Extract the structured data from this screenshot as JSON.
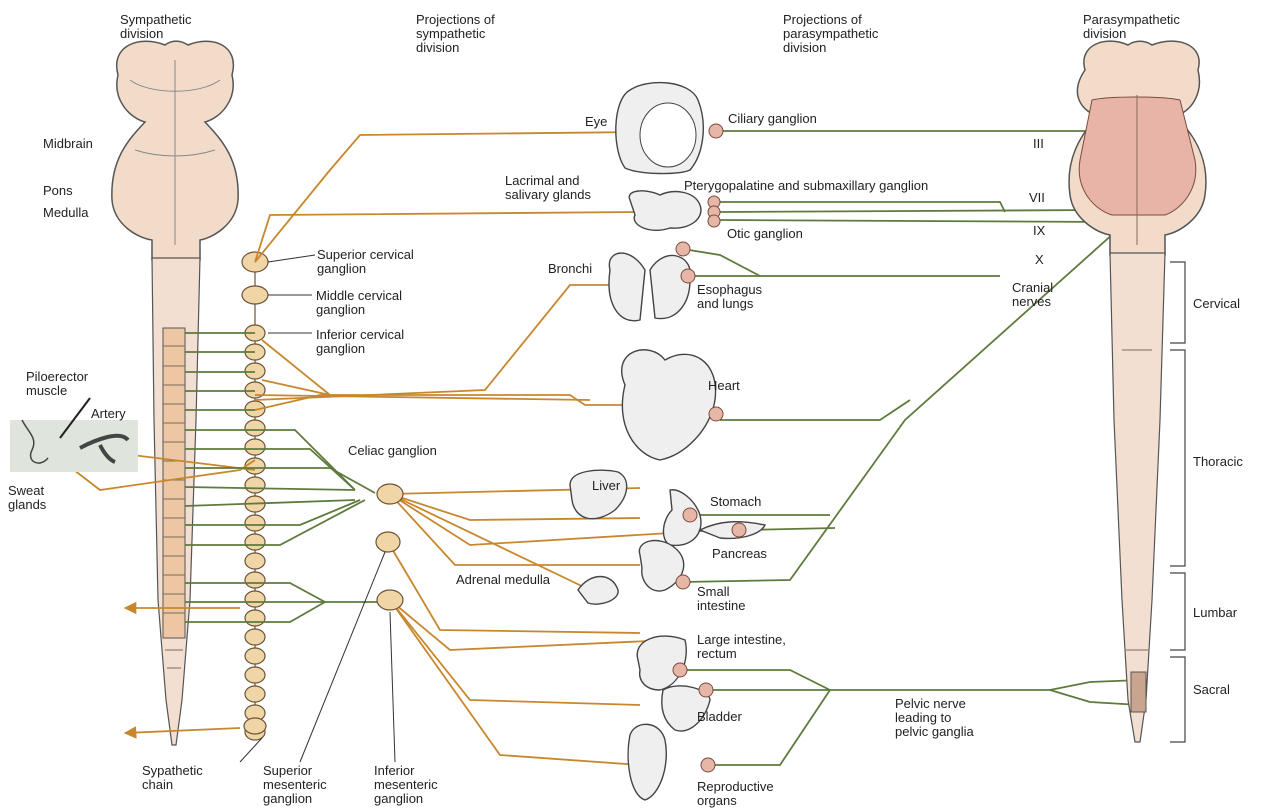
{
  "headers": {
    "sympathetic": "Sympathetic\ndivision",
    "proj_sympathetic": "Projections of\nsympathetic\ndivision",
    "proj_parasympathetic": "Projections of\nparasympathetic\ndivision",
    "parasympathetic": "Parasympathetic\ndivision"
  },
  "brainstem": {
    "midbrain": "Midbrain",
    "pons": "Pons",
    "medulla": "Medulla"
  },
  "sympathetic_ganglia": {
    "superior_cervical": "Superior cervical\nganglion",
    "middle_cervical": "Middle cervical\nganglion",
    "inferior_cervical": "Inferior cervical\nganglion",
    "celiac": "Celiac ganglion",
    "superior_mesenteric": "Superior\nmesenteric\nganglion",
    "inferior_mesenteric": "Inferior\nmesenteric\nganglion",
    "chain": "Sypathetic\nchain"
  },
  "skin": {
    "piloerector": "Piloerector\nmuscle",
    "artery": "Artery",
    "sweat": "Sweat\nglands"
  },
  "organs": {
    "eye": "Eye",
    "lacrimal": "Lacrimal and\nsalivary glands",
    "bronchi": "Bronchi",
    "esophagus": "Esophagus\nand lungs",
    "heart": "Heart",
    "liver": "Liver",
    "stomach": "Stomach",
    "pancreas": "Pancreas",
    "adrenal": "Adrenal medulla",
    "small_intestine": "Small\nintestine",
    "large_intestine": "Large intestine,\nrectum",
    "bladder": "Bladder",
    "reproductive": "Reproductive\norgans"
  },
  "parasympathetic_ganglia": {
    "ciliary": "Ciliary ganglion",
    "pterygopalatine": "Pterygopalatine and submaxillary ganglion",
    "otic": "Otic ganglion",
    "pelvic": "Pelvic nerve\nleading to\npelvic ganglia"
  },
  "cranial_nerves": {
    "iii": "III",
    "vii": "VII",
    "ix": "IX",
    "x": "X",
    "label": "Cranial\nnerves"
  },
  "spinal_regions": {
    "cervical": "Cervical",
    "thoracic": "Thoracic",
    "lumbar": "Lumbar",
    "sacral": "Sacral"
  },
  "colors": {
    "sympathetic": "#c8872c",
    "parasympathetic": "#5e7a3c",
    "cord": "#f0d8c8",
    "brain_parasym": "#e8b4a8"
  }
}
